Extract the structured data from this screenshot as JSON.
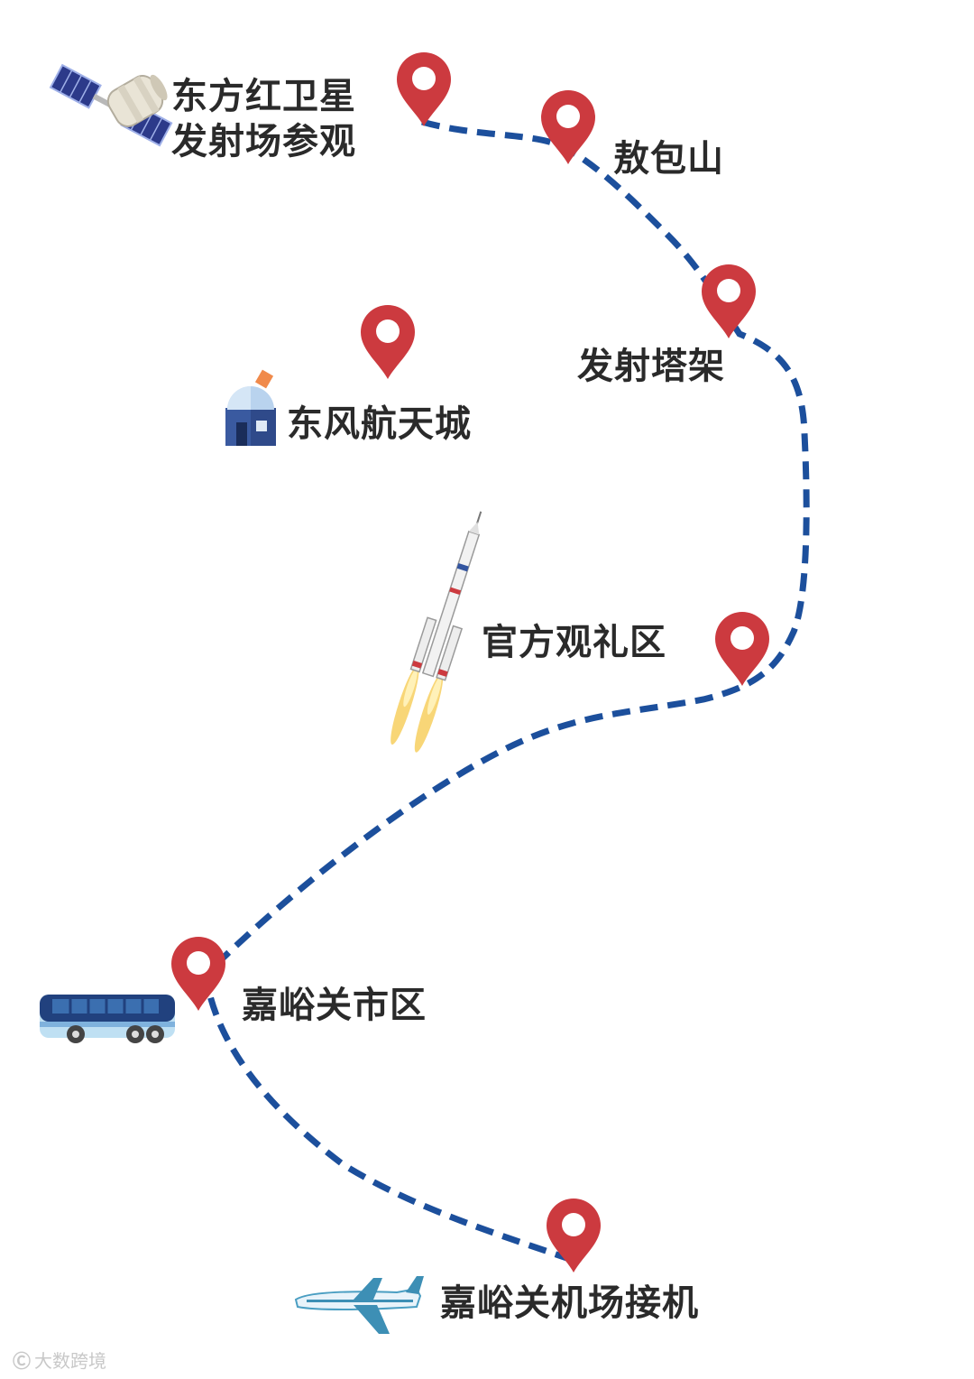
{
  "stops": {
    "dongfanghong": "东方红卫星\n发射场参观",
    "aobao": "敖包山",
    "tower": "发射塔架",
    "dongfeng": "东风航天城",
    "guanli": "官方观礼区",
    "city": "嘉峪关市区",
    "airport": "嘉峪关机场接机"
  },
  "watermark": {
    "logo": "Ⓒ",
    "text": "大数跨境"
  },
  "colors": {
    "route": "#1c4f9c",
    "pin": "#cc3a3f",
    "text": "#2a2a2a"
  }
}
